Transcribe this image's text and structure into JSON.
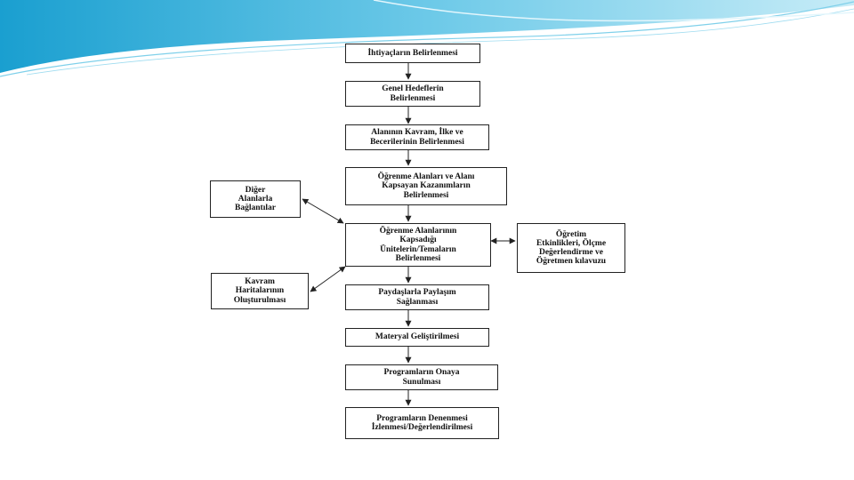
{
  "colors": {
    "header_swoosh_dark": "#1a9fd0",
    "header_swoosh_light": "#8fd8ef",
    "box_border": "#222222",
    "arrow": "#222222"
  },
  "flowchart": {
    "main_steps": [
      "İhtiyaçların Belirlenmesi",
      "Genel Hedeflerin\nBelirlenmesi",
      "Alanının Kavram, İlke ve\nBecerilerinin Belirlenmesi",
      "Öğrenme Alanları ve Alanı\nKapsayan Kazanımların\nBelirlenmesi",
      "Öğrenme Alanlarının\nKapsadığı\nÜnitelerin/Temaların\nBelirlenmesi",
      "Paydaşlarla Paylaşım\nSağlanması",
      "Materyal Geliştirilmesi",
      "Programların Onaya\nSunulması",
      "Programların Denenmesi\nİzlenmesi/Değerlendirilmesi"
    ],
    "side_left_top": "Diğer\nAlanlarla\nBağlantılar",
    "side_left_bottom": "Kavram\nHaritalarının\nOluşturulması",
    "side_right": "Öğretim\nEtkinlikleri, Ölçme\nDeğerlendirme ve\nÖğretmen kılavuzu"
  }
}
